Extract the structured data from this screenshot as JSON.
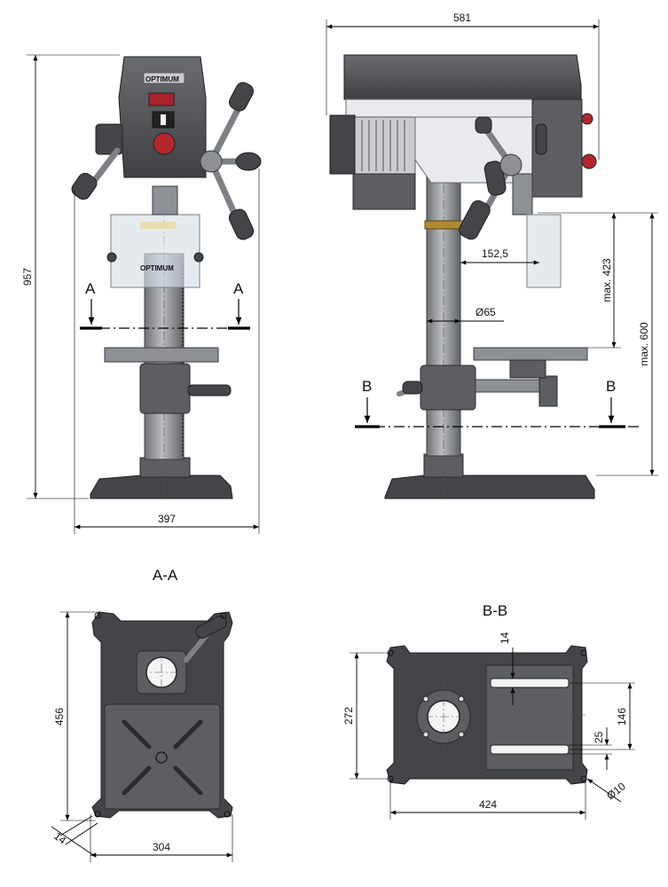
{
  "brand": {
    "logo": "OPTIMUM"
  },
  "front_view": {
    "width_label": "397",
    "height_label": "957",
    "section_marker": "A"
  },
  "side_view": {
    "width_label": "581",
    "quill_label": "152,5",
    "column_label": "Ø65",
    "stroke_label": "max. 423",
    "height_label": "max. 600",
    "section_marker": "B"
  },
  "section_a": {
    "title": "A-A",
    "depth_label": "456",
    "width_label": "304",
    "hole_label": "14"
  },
  "section_b": {
    "title": "B-B",
    "depth_label": "272",
    "width_label": "424",
    "slot_width_label": "14",
    "slot_spacing_label": "146",
    "slot_offset_label": "25",
    "hole_label": "Ø10"
  },
  "colors": {
    "body": "#5c5e62",
    "dark": "#434548",
    "collar": "#b08a2e",
    "switch_red": "#b3262c"
  }
}
